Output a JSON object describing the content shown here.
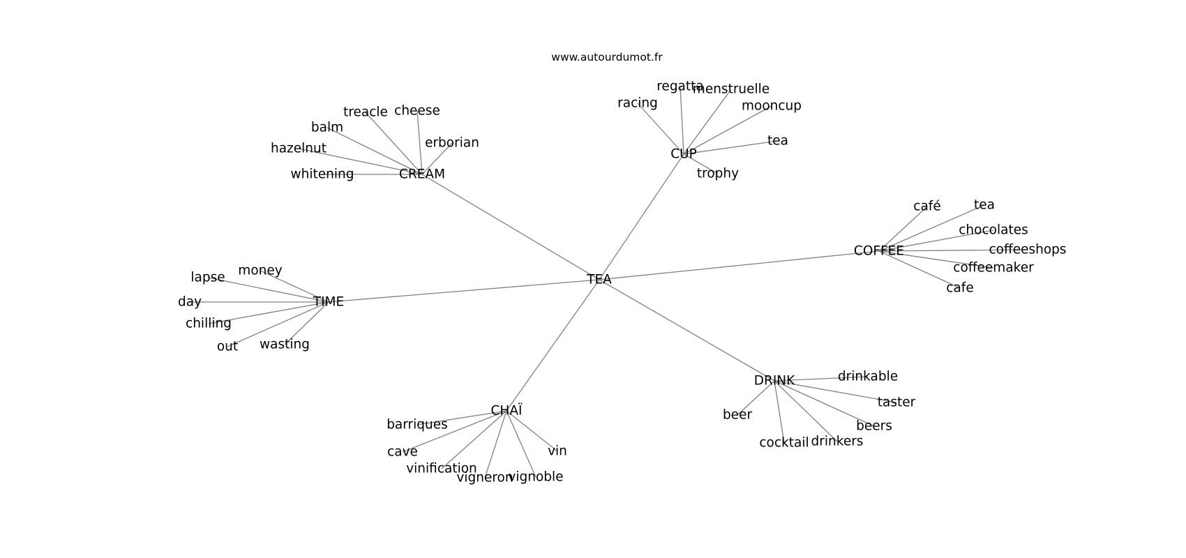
{
  "source": "www.autourdumot.fr",
  "colors": {
    "edge": "#808080",
    "text": "#000000",
    "background": "#ffffff"
  },
  "graph": {
    "center": "TEA",
    "hubs": [
      {
        "label": "CREAM",
        "leaves": [
          "whitening",
          "hazelnut",
          "balm",
          "treacle",
          "cheese",
          "erborian"
        ]
      },
      {
        "label": "CUP",
        "leaves": [
          "racing",
          "regatta",
          "menstruelle",
          "mooncup",
          "tea",
          "trophy"
        ]
      },
      {
        "label": "COFFEE",
        "leaves": [
          "café",
          "tea",
          "chocolates",
          "coffeeshops",
          "coffeemaker",
          "cafe"
        ]
      },
      {
        "label": "TIME",
        "leaves": [
          "lapse",
          "money",
          "day",
          "chilling",
          "out",
          "wasting"
        ]
      },
      {
        "label": "DRINK",
        "leaves": [
          "drinkable",
          "taster",
          "beers",
          "drinkers",
          "cocktail",
          "beer"
        ]
      },
      {
        "label": "CHAÏ",
        "leaves": [
          "barriques",
          "cave",
          "vinification",
          "vigneron",
          "vignoble",
          "vin"
        ]
      }
    ]
  }
}
